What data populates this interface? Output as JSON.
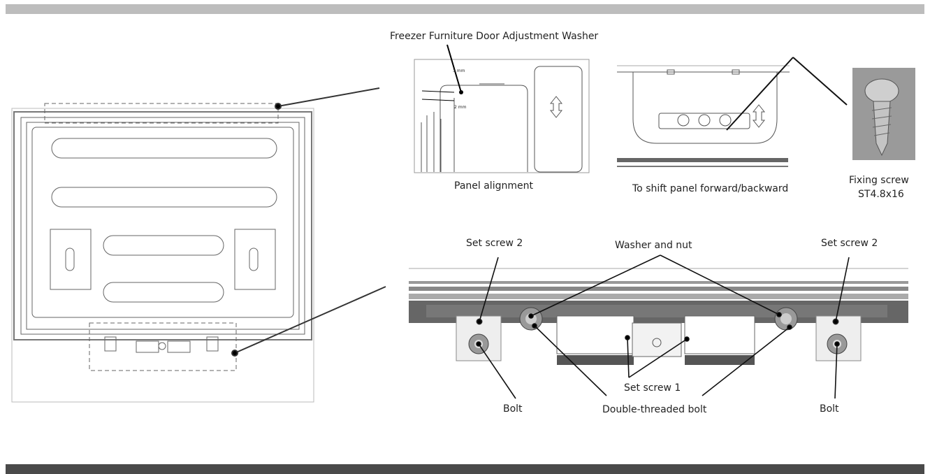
{
  "labels": {
    "washer_title": "Freezer Furniture Door Adjustment Washer",
    "panel_alignment": "Panel alignment",
    "shift_panel": "To shift panel forward/backward",
    "fixing_screw_line1": "Fixing screw",
    "fixing_screw_line2": "ST4.8x16",
    "set_screw_2_left": "Set screw 2",
    "set_screw_2_right": "Set screw 2",
    "washer_and_nut": "Washer and nut",
    "set_screw_1": "Set screw 1",
    "double_threaded_bolt": "Double-threaded bolt",
    "bolt_left": "Bolt",
    "bolt_right": "Bolt",
    "small_3mm": "3 mm",
    "small_2mm": "2 mm"
  },
  "colors": {
    "top_bar": "#bdbdbd",
    "bottom_bar": "#4a4a4a",
    "line": "#555555",
    "rail_dark": "#606060",
    "photo_bg": "#9a9a9a"
  }
}
